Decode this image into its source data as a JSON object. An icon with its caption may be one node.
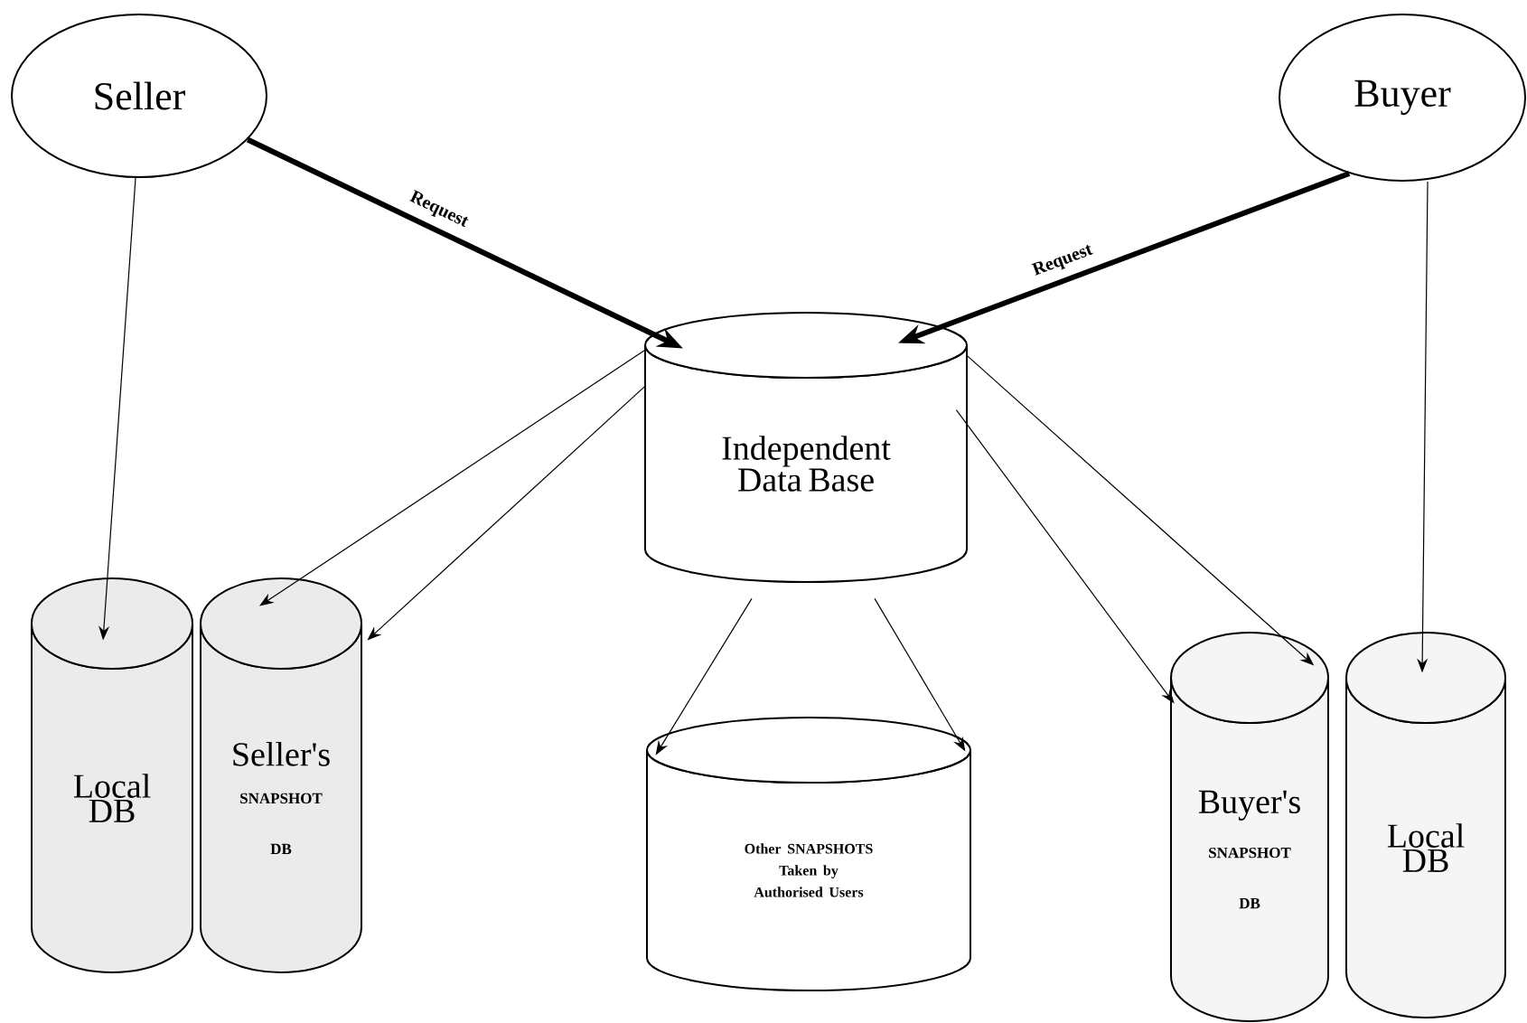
{
  "diagram": {
    "nodes": [
      {
        "text": [
          "Seller"
        ]
      },
      {
        "text": [
          "Buyer"
        ]
      },
      {
        "text": [
          "Independent Data Base"
        ]
      },
      {
        "text": [
          "Local DB"
        ]
      },
      {
        "text": [
          "Seller's",
          "SNAPSHOT DB"
        ]
      },
      {
        "text": [
          "Other SNAPSHOTS Taken by Authorised Users"
        ]
      },
      {
        "text": [
          "Buyer's",
          "SNAPSHOT DB"
        ]
      },
      {
        "text": [
          "Local DB"
        ]
      }
    ],
    "edges": [
      {
        "from": 0,
        "to": 2,
        "arrow": "to",
        "label": "Request",
        "style": "thick"
      },
      {
        "from": 1,
        "to": 2,
        "arrow": "to",
        "label": "Request",
        "style": "thick"
      },
      {
        "from": 0,
        "to": 3,
        "arrow": "to"
      },
      {
        "from": 2,
        "to": 4,
        "arrow": "to"
      },
      {
        "from": 2,
        "to": 4,
        "arrow": "to"
      },
      {
        "from": 2,
        "to": 5,
        "arrow": "to"
      },
      {
        "from": 2,
        "to": 5,
        "arrow": "to"
      },
      {
        "from": 2,
        "to": 6,
        "arrow": "to"
      },
      {
        "from": 2,
        "to": 6,
        "arrow": "to"
      },
      {
        "from": 1,
        "to": 7,
        "arrow": "to"
      }
    ]
  }
}
